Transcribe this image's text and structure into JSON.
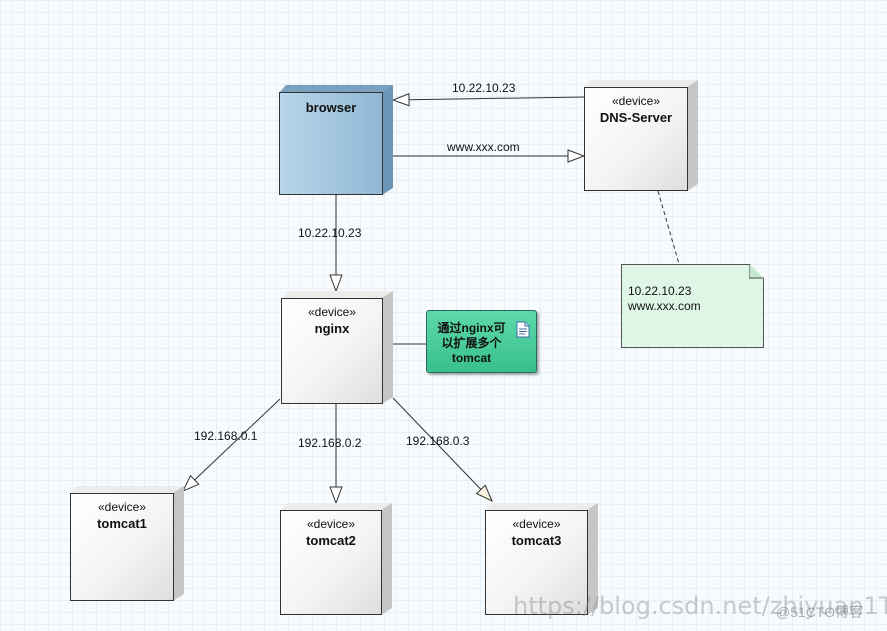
{
  "nodes": {
    "browser": {
      "name": "browser"
    },
    "dns": {
      "stereotype": "«device»",
      "name": "DNS-Server"
    },
    "nginx": {
      "stereotype": "«device»",
      "name": "nginx"
    },
    "tomcat1": {
      "stereotype": "«device»",
      "name": "tomcat1"
    },
    "tomcat2": {
      "stereotype": "«device»",
      "name": "tomcat2"
    },
    "tomcat3": {
      "stereotype": "«device»",
      "name": "tomcat3"
    }
  },
  "edges": {
    "dns_to_browser": "10.22.10.23",
    "browser_to_dns": "www.xxx.com",
    "browser_to_nginx": "10.22.10.23",
    "nginx_to_tomcat1": "192.168.0.1",
    "nginx_to_tomcat2": "192.168.0.2",
    "nginx_to_tomcat3": "192.168.0.3"
  },
  "note": {
    "line1": "10.22.10.23",
    "line2": "www.xxx.com"
  },
  "comment": {
    "text": "通过nginx可\n以扩展多个\ntomcat"
  },
  "watermark": {
    "text": "https://blog.csdn.net/zhiyuan1T",
    "badge": "@51CTO博客"
  },
  "colors": {
    "browser_fill": "#9dc3df",
    "comment_fill": "#45c996",
    "note_fill": "#dff6e6"
  }
}
